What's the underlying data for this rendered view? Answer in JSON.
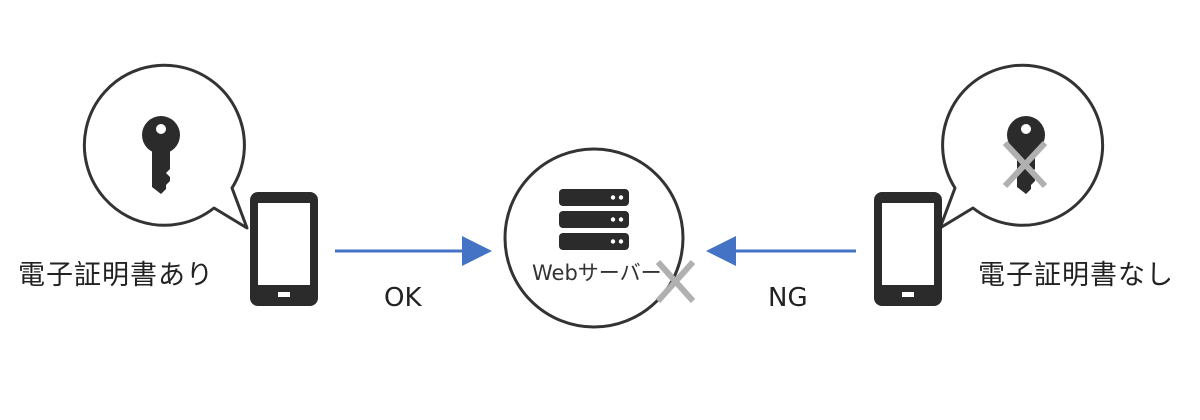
{
  "left_device": {
    "label": "電子証明書あり",
    "has_certificate": true
  },
  "right_device": {
    "label": "電子証明書なし",
    "has_certificate": false
  },
  "server": {
    "label": "Webサーバー",
    "rejected": true
  },
  "connections": {
    "left_result": "OK",
    "right_result": "NG"
  },
  "colors": {
    "arrow": "#4472C4",
    "icon": "#2b2b2b",
    "cross": "#b0b0b0",
    "outline": "#333333"
  }
}
